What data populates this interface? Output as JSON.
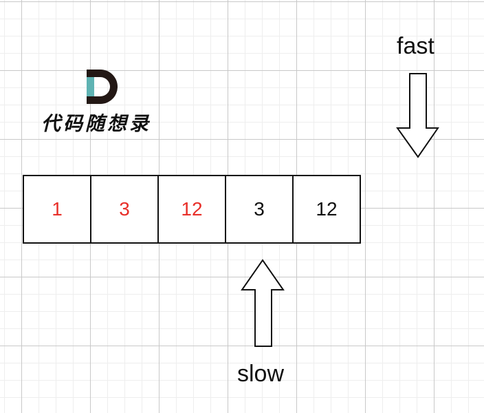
{
  "logo": {
    "letter": "D",
    "text": "代码随想录"
  },
  "array": [
    {
      "value": "1",
      "highlight": true
    },
    {
      "value": "3",
      "highlight": true
    },
    {
      "value": "12",
      "highlight": true
    },
    {
      "value": "3",
      "highlight": false
    },
    {
      "value": "12",
      "highlight": false
    }
  ],
  "pointers": {
    "fast": "fast",
    "slow": "slow"
  },
  "colors": {
    "highlight": "#e8302a",
    "logo_accent": "#5fb3b3"
  }
}
